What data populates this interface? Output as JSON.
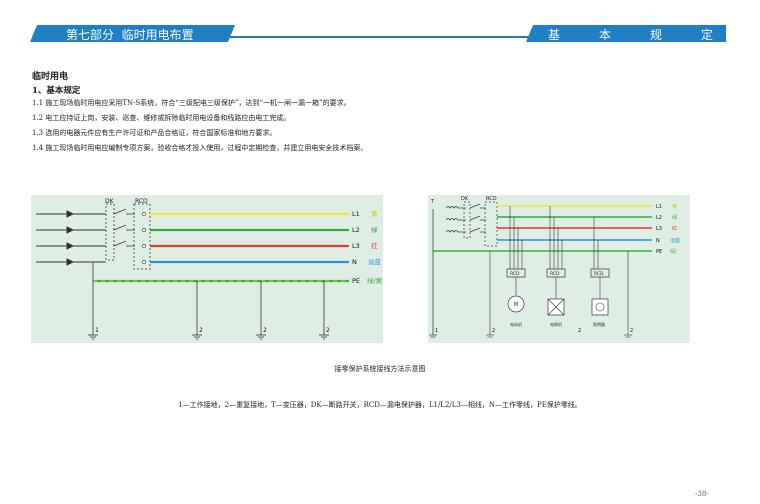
{
  "header": {
    "section_label": "第七部分  临时用电布置",
    "topic_chars": [
      "基",
      "本",
      "规",
      "定"
    ]
  },
  "content": {
    "section_title": "临时用电",
    "subsection_title": "1、基本规定",
    "items": [
      "1.1 施工现场临时用电应采用TN-S系统，符合“三级配电三级保护”，达到“一机一闸一漏一箱”的要求。",
      "1.2 电工应持证上岗，安装、巡查、维修或拆除临时用电设备和线路应由电工完成。",
      "1.3 选用的电器元件应有生产许可证和产品合格证，符合国家标准和地方要求。",
      "1.4 施工现场临时用电应编制专项方案，验收合格才投入使用，过程中定期检查，并建立用电安全技术档案。"
    ]
  },
  "diagram_left": {
    "dk_label": "DK",
    "rcd_label": "RCD",
    "lines": [
      {
        "code": "L1",
        "note": "黄",
        "color": "#f2e63a"
      },
      {
        "code": "L2",
        "note": "绿",
        "color": "#2ea63e"
      },
      {
        "code": "L3",
        "note": "红",
        "color": "#e23a2e"
      },
      {
        "code": "N",
        "note": "淡蓝",
        "color": "#2a8fd6"
      },
      {
        "code": "PE",
        "note": "绿/黄",
        "color": "#3fae3a"
      }
    ],
    "ground_labels": [
      "1",
      "2",
      "2",
      "2"
    ]
  },
  "diagram_right": {
    "t_label": "T",
    "dk_label": "DK",
    "rcd_label": "RCD",
    "lines": [
      {
        "code": "L1",
        "note": "黄"
      },
      {
        "code": "L2",
        "note": "绿"
      },
      {
        "code": "L3",
        "note": "红"
      },
      {
        "code": "N",
        "note": "淡蓝"
      },
      {
        "code": "PE",
        "note": "绿/"
      }
    ],
    "branch_rcd_labels": [
      "RCD",
      "RCD",
      "RCD"
    ],
    "device_labels": [
      "M",
      "电动机",
      "电焊机",
      "照明器"
    ],
    "ground_labels": [
      "1",
      "2",
      "2",
      "2"
    ]
  },
  "figure": {
    "caption": "接零保护系统接线方法示意图",
    "legend": "1—工作接地，2—重复接地，T—变压器，DK—断路开关，RCD—漏电保护器，L1/L2/L3—相线，N—工作零线，PE保护零线。"
  },
  "page_number": "-38-"
}
